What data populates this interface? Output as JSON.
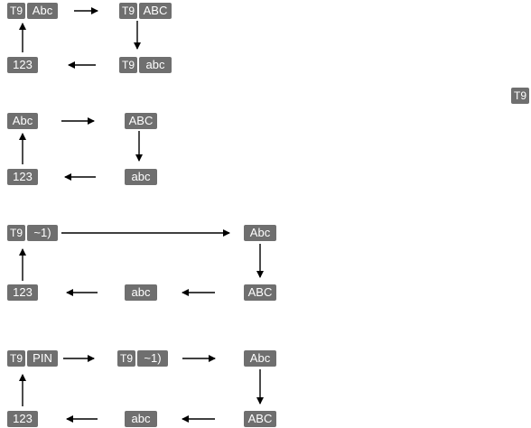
{
  "colors": {
    "badge_bg": "#6f6f6f",
    "badge_text": "#ffffff",
    "arrow": "#000000"
  },
  "diagram1": {
    "a_t9": "T9",
    "a": "Abc",
    "b_t9": "T9",
    "b": "ABC",
    "c_t9": "T9",
    "c": "abc",
    "d": "123"
  },
  "side_t9": "T9",
  "diagram2": {
    "a": "Abc",
    "b": "ABC",
    "c": "abc",
    "d": "123"
  },
  "diagram3": {
    "a_t9": "T9",
    "a_sym": "~1)",
    "b": "Abc",
    "c": "ABC",
    "d": "abc",
    "e": "123"
  },
  "diagram4": {
    "a_t9": "T9",
    "a_pin": "PIN",
    "b_t9": "T9",
    "b_sym": "~1)",
    "c": "Abc",
    "d": "ABC",
    "e": "abc",
    "f": "123"
  }
}
